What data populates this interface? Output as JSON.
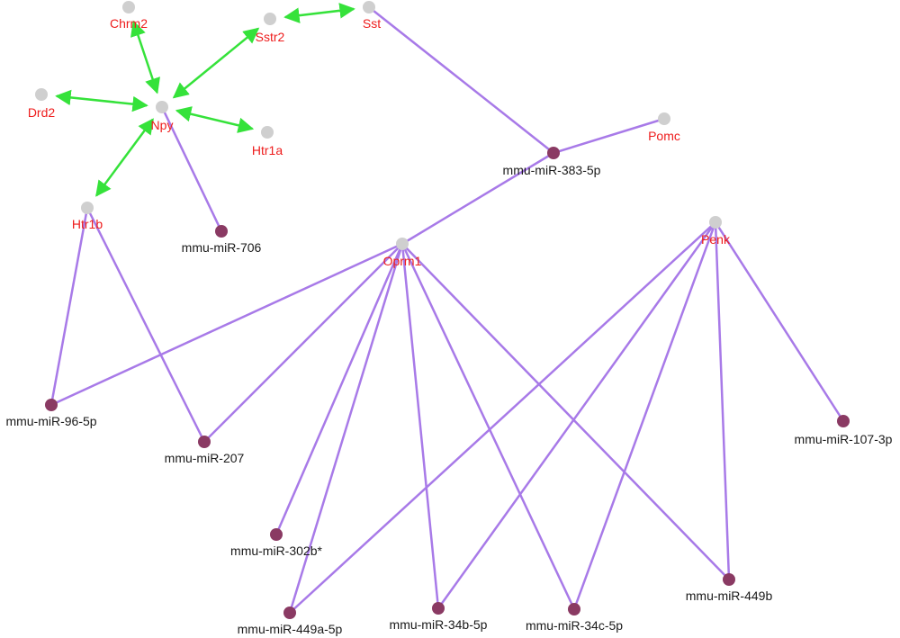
{
  "network": {
    "colors": {
      "gene_label": "#ee1c1c",
      "mirna_label": "#1a1a1a",
      "gene_node": "#cfcfcf",
      "mirna_node": "#8a3a63",
      "target_edge": "#a87ae8",
      "interaction_edge": "#35e23a"
    },
    "nodes": [
      {
        "id": "chrm2",
        "label": "Chrm2",
        "kind": "gene"
      },
      {
        "id": "sstr2",
        "label": "Sstr2",
        "kind": "gene"
      },
      {
        "id": "sst",
        "label": "Sst",
        "kind": "gene"
      },
      {
        "id": "drd2",
        "label": "Drd2",
        "kind": "gene"
      },
      {
        "id": "npy",
        "label": "Npy",
        "kind": "gene"
      },
      {
        "id": "htr1a",
        "label": "Htr1a",
        "kind": "gene"
      },
      {
        "id": "htr1b",
        "label": "Htr1b",
        "kind": "gene"
      },
      {
        "id": "pomc",
        "label": "Pomc",
        "kind": "gene"
      },
      {
        "id": "oprm1",
        "label": "Oprm1",
        "kind": "gene"
      },
      {
        "id": "penk",
        "label": "Penk",
        "kind": "gene"
      },
      {
        "id": "mir706",
        "label": "mmu-miR-706",
        "kind": "mirna"
      },
      {
        "id": "mir383",
        "label": "mmu-miR-383-5p",
        "kind": "mirna"
      },
      {
        "id": "mir96",
        "label": "mmu-miR-96-5p",
        "kind": "mirna"
      },
      {
        "id": "mir207",
        "label": "mmu-miR-207",
        "kind": "mirna"
      },
      {
        "id": "mir107",
        "label": "mmu-miR-107-3p",
        "kind": "mirna"
      },
      {
        "id": "mir302b",
        "label": "mmu-miR-302b*",
        "kind": "mirna"
      },
      {
        "id": "mir449b",
        "label": "mmu-miR-449b",
        "kind": "mirna"
      },
      {
        "id": "mir449a",
        "label": "mmu-miR-449a-5p",
        "kind": "mirna"
      },
      {
        "id": "mir34b",
        "label": "mmu-miR-34b-5p",
        "kind": "mirna"
      },
      {
        "id": "mir34c",
        "label": "mmu-miR-34c-5p",
        "kind": "mirna"
      }
    ],
    "interaction_edges": [
      [
        "npy",
        "chrm2"
      ],
      [
        "npy",
        "sstr2"
      ],
      [
        "sstr2",
        "sst"
      ],
      [
        "npy",
        "drd2"
      ],
      [
        "npy",
        "htr1a"
      ],
      [
        "npy",
        "htr1b"
      ]
    ],
    "target_edges": [
      [
        "npy",
        "mir706"
      ],
      [
        "sst",
        "mir383"
      ],
      [
        "pomc",
        "mir383"
      ],
      [
        "oprm1",
        "mir383"
      ],
      [
        "htr1b",
        "mir96"
      ],
      [
        "htr1b",
        "mir207"
      ],
      [
        "oprm1",
        "mir96"
      ],
      [
        "oprm1",
        "mir207"
      ],
      [
        "oprm1",
        "mir302b"
      ],
      [
        "oprm1",
        "mir449a"
      ],
      [
        "oprm1",
        "mir34b"
      ],
      [
        "oprm1",
        "mir34c"
      ],
      [
        "oprm1",
        "mir449b"
      ],
      [
        "penk",
        "mir449a"
      ],
      [
        "penk",
        "mir34b"
      ],
      [
        "penk",
        "mir34c"
      ],
      [
        "penk",
        "mir449b"
      ],
      [
        "penk",
        "mir107"
      ]
    ]
  }
}
